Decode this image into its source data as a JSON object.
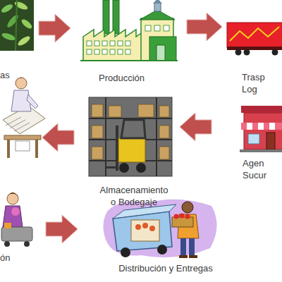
{
  "diagram": {
    "nodes": [
      {
        "text": [
          "as"
        ]
      },
      {
        "text": [
          "Producción"
        ]
      },
      {
        "text": [
          "Trasp Log"
        ]
      },
      {
        "text": [
          "Almacenamiento o Bodegaje"
        ]
      },
      {
        "text": [
          "Agen Sucur"
        ]
      },
      {
        "text": [
          "ón"
        ]
      },
      {
        "text": [
          "Distribución y Entregas"
        ]
      }
    ],
    "edges": [
      {
        "from": 0,
        "to": 1,
        "arrow": "to"
      },
      {
        "from": 1,
        "to": 2,
        "arrow": "to"
      },
      {
        "from": 4,
        "to": 3,
        "arrow": "to"
      },
      {
        "from": 5,
        "to": 6,
        "arrow": "to"
      }
    ]
  }
}
